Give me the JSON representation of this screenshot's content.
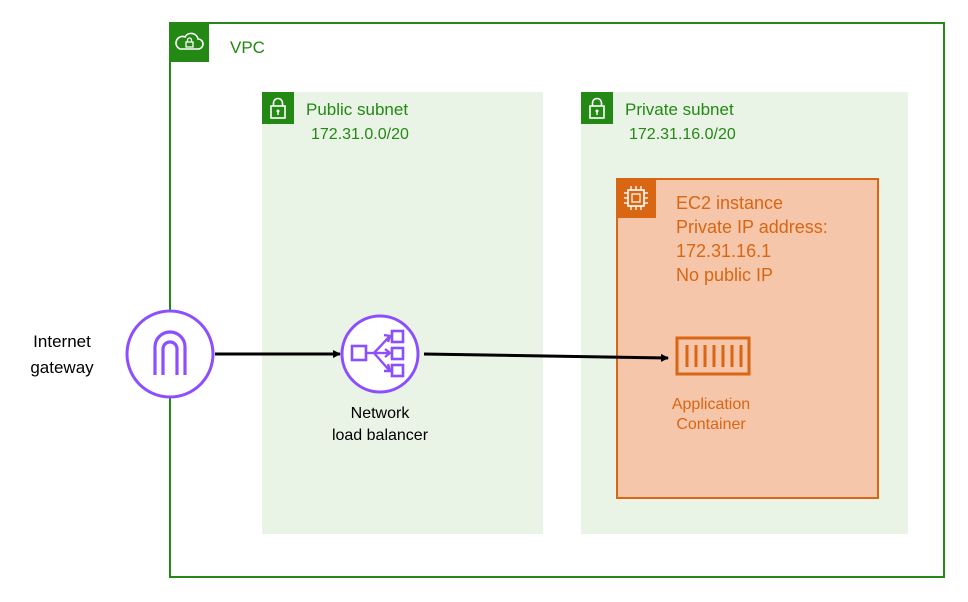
{
  "vpc": {
    "label": "VPC",
    "icon": "cloud-lock-icon",
    "color": "#248814"
  },
  "public_subnet": {
    "title": "Public subnet",
    "cidr": "172.31.0.0/20",
    "icon": "lock-icon",
    "fill": "#e9f3e6"
  },
  "private_subnet": {
    "title": "Private subnet",
    "cidr": "172.31.16.0/20",
    "icon": "lock-icon",
    "fill": "#e9f3e6"
  },
  "ec2": {
    "icon": "chip-icon",
    "color": "#d86613",
    "fill": "#f6c6ab",
    "lines": [
      "EC2 instance",
      "Private IP address:",
      "172.31.16.1",
      "No public IP"
    ]
  },
  "internet_gateway": {
    "label_lines": [
      "Internet",
      "gateway"
    ],
    "icon": "internet-gateway-icon",
    "color": "#8c4fff"
  },
  "load_balancer": {
    "label_lines": [
      "Network",
      "load balancer"
    ],
    "icon": "network-load-balancer-icon",
    "color": "#8c4fff"
  },
  "container": {
    "label_lines": [
      "Application",
      "Container"
    ],
    "icon": "container-icon"
  },
  "connections": [
    {
      "from": "internet_gateway",
      "to": "load_balancer"
    },
    {
      "from": "load_balancer",
      "to": "container"
    }
  ]
}
